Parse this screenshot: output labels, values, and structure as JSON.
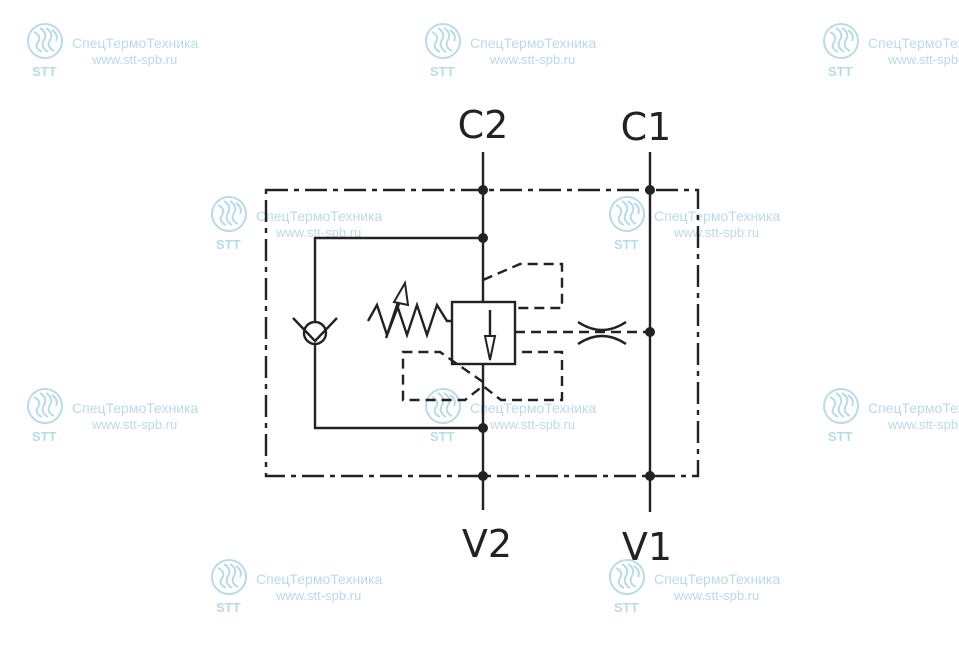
{
  "ports": {
    "c2": "C2",
    "c1": "C1",
    "v2": "V2",
    "v1": "V1"
  },
  "watermark": {
    "company": "СпецТермоТехника",
    "url": "www.stt-spb.ru",
    "logo_text": "STT",
    "color": "#b8dbe8"
  },
  "colors": {
    "line": "#222222",
    "background": "#ffffff"
  }
}
